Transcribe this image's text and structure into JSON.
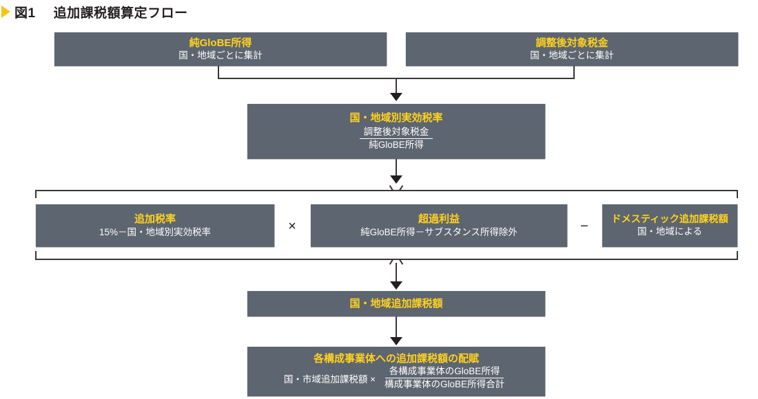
{
  "figure": {
    "marker_icon": "triangle-right-icon",
    "label": "図1",
    "title": "追加課税額算定フロー"
  },
  "colors": {
    "box_fill": "#5d6570",
    "title_accent": "#ffd21e",
    "body_text": "#ffffff",
    "connector": "#3a3536",
    "marker": "#f5c518"
  },
  "operators": {
    "multiply": "×",
    "minus": "−"
  },
  "row1": {
    "net_globe_income": {
      "title": "純GloBE所得",
      "sub": "国・地域ごとに集計"
    },
    "adjusted_covered_taxes": {
      "title": "調整後対象税金",
      "sub": "国・地域ごとに集計"
    }
  },
  "row2": {
    "effective_tax_rate": {
      "title": "国・地域別実効税率",
      "numerator": "調整後対象税金",
      "denominator": "純GloBE所得"
    }
  },
  "row3": {
    "top_up_tax_rate": {
      "title": "追加税率",
      "sub": "15%－国・地域別実効税率"
    },
    "excess_profit": {
      "title": "超過利益",
      "sub": "純GloBE所得－サブスタンス所得除外"
    },
    "domestic_top_up_tax": {
      "title": "ドメスティック追加課税額",
      "sub": "国・地域による"
    }
  },
  "row4": {
    "jurisdictional_top_up_tax": {
      "title": "国・地域追加課税額"
    }
  },
  "row5": {
    "allocation_to_entities": {
      "title": "各構成事業体への追加課税額の配賦",
      "lead": "国・市域追加課税額 ×",
      "numerator": "各構成事業体のGloBE所得",
      "denominator": "構成事業体のGloBE所得合計"
    }
  }
}
